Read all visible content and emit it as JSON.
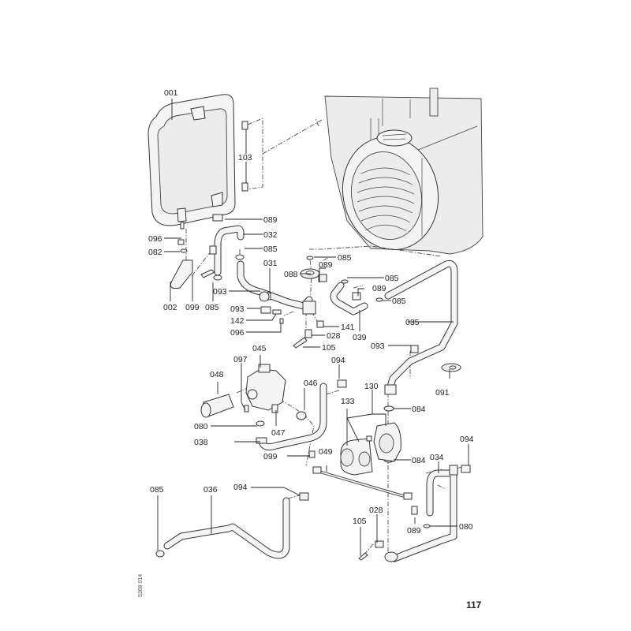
{
  "page": {
    "page_number": "117",
    "document_reference": "5368 014"
  },
  "parts": {
    "p001": "001",
    "p103": "103",
    "p089a": "089",
    "p032": "032",
    "p096a": "096",
    "p082": "082",
    "p085a": "085",
    "p031": "031",
    "p085b": "085",
    "p088": "088",
    "p089b": "089",
    "p085c": "085",
    "p089c": "089",
    "p085d": "085",
    "p002": "002",
    "p099a": "099",
    "p085e": "085",
    "p093a": "093",
    "p093b": "093",
    "p142": "142",
    "p096b": "096",
    "p141": "141",
    "p028a": "028",
    "p039": "039",
    "p035": "035",
    "p105a": "105",
    "p093c": "093",
    "p045": "045",
    "p097": "097",
    "p048": "048",
    "p094a": "094",
    "p046": "046",
    "p130": "130",
    "p091": "091",
    "p133": "133",
    "p084a": "084",
    "p080a": "080",
    "p047": "047",
    "p038": "038",
    "p099b": "099",
    "p049": "049",
    "p084b": "084",
    "p094b": "094",
    "p034": "034",
    "p085f": "085",
    "p036": "036",
    "p094c": "094",
    "p028b": "028",
    "p105b": "105",
    "p089d": "089",
    "p080b": "080"
  }
}
